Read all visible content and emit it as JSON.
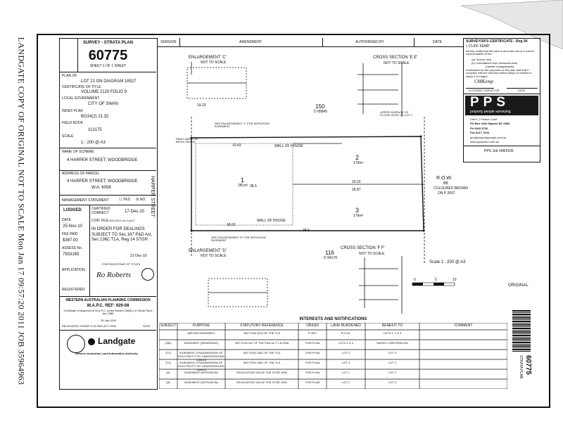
{
  "side_text": "LANDGATE COPY OF ORIGINAL NOT TO SCALE   Mon Jan 17 09:57:20 2011 JOB 35964963",
  "left_panel": {
    "plan_type": "SURVEY - STRATA PLAN",
    "plan_number": "60775",
    "sheet": "SHEET 1 OF 1 SHEET",
    "plan_of_label": "PLAN OF",
    "plan_of_value": "LOT 21 ON DIAGRAM 18527",
    "cert_label": "CERTIFICATE OF TITLE",
    "cert_value": "VOLUME 2120  FOLIO 9",
    "lg_label": "LOCAL GOVERNMENT",
    "lg_value": "CITY OF SWAN",
    "index_label": "INDEX PLAN",
    "index_value": "BG34(2) 21.32",
    "field_label": "FIELD BOOK",
    "field_value": "113175",
    "scale_label": "SCALE",
    "scale_value": "1 : 200 @ A3",
    "scheme_label": "NAME OF SCHEME",
    "scheme_value": "4 HARPER STREET, WOODBRIDGE",
    "address_label": "ADDRESS OF PARCEL",
    "address_value1": "4 HARPER STREET, WOODBRIDGE",
    "address_value2": "W.A.      6056",
    "mgmt_label": "MANAGEMENT STATEMENT",
    "mgmt_yes": "YES",
    "mgmt_no": "NO",
    "lodged_label": "LODGED",
    "lodged_date_label": "DATE",
    "lodged_date": "25-Nov-10",
    "fee_label": "FEE PAID",
    "fee_value": "$387.00",
    "assess_label": "ASSESS No.",
    "assess_value": "7933165",
    "certified_label": "CERTIFIED CORRECT",
    "certified_date": "17-Dec-10",
    "cor_file_label": "COR. FILE",
    "cor_file_value": "434-2010 vol 3 p137",
    "order_text": "IN ORDER FOR DEALINGS SUBJECT TO Sec.167 P&D Act, Sec 136C TLA, Reg 14 STGR",
    "order_date": "21-Dec-10",
    "registrar_label": "FOR REGISTRAR OF TITLES",
    "applicant_label": "APPLICATION",
    "registered_label": "REGISTERED",
    "wapc_title": "WESTERN AUSTRALIAN PLANNING COMMISSION",
    "wapc_ref": "W.A.P.C. REF: 929-08",
    "wapc_cert": "Certificate of Approval of W.A.P.C. under Section 25B(2) of Strata Titles Act 1985",
    "wapc_date": "25-Jan-2010",
    "delegated_label": "DELEGATED UNDER S.16 P&D ACT 2005",
    "delegated_date_label": "DATE",
    "landgate_name": "Landgate",
    "landgate_sub": "Western Australian Land Information Authority",
    "signature": "Ro Roberts"
  },
  "header": {
    "version": "VERSION",
    "amendment": "AMENDMENT",
    "authorised_by": "AUTHORISED BY",
    "date": "DATE"
  },
  "surveyor": {
    "title": "SURVEYOR'S CERTIFICATE - Reg 54",
    "name": "I,   CLIFF     KEMP",
    "body": "hereby certify that this plan is accurate and is a correct representation of the -",
    "item_a": "(a)  *survey, and",
    "item_b": "(b)  *calculations from measurements,",
    "item_c": "[*delete if inapplicable]",
    "body2": "undertaken for the purposes of this plan and that it complies with the relevant written law(s) in relation to which it is lodged.",
    "signature": "CMKemp",
    "licensed": "LICENSED SURVEYOR",
    "date_label": "DATE",
    "firm_letters": "PPS",
    "firm_tag": "property people surveying",
    "addr1": "Unit 5, 2 Hulme Court",
    "addr2": "PO Box 4404 Myaree BC 6960",
    "phone": "Ph   9333 5700",
    "fax": "Fax  9317 7003",
    "email": "pps@propertypeople.com.au",
    "web": "www.ppsonline.com.au",
    "job": "PPS Job #08/5105"
  },
  "plan": {
    "enl_c": "ENLARGEMENT 'C'",
    "enl_d": "ENLARGEMENT 'D'",
    "not_to_scale": "NOT TO SCALE",
    "xs_e": "CROSS SECTION 'E E'",
    "xs_f": "CROSS SECTION 'F F'",
    "lot150": "150",
    "dp150": "D 80845",
    "lot116": "116",
    "dp116": "D 94179",
    "lot1": "1",
    "lot1_area": "281m²",
    "lot2": "2",
    "lot2_area": "179m²",
    "lot3": "3",
    "lot3_area": "179m²",
    "row": "R.O.W.",
    "row_n": "66",
    "row_col": "COLOURED BROWN",
    "row_dp": "ON P 2607",
    "street": "HARPER     STREET",
    "street2": "HARPER",
    "scale": "Scale 1 : 200 @ A3",
    "scale_ticks": [
      "0",
      "5",
      "10"
    ],
    "original": "ORIGINAL",
    "strata_plan_label": "STRATA PLAN",
    "strata_plan_no": "60775",
    "dim_north": "38.5",
    "dim_south": "38.5",
    "dim_west": "19.23",
    "dim_mid": "20.02",
    "dim_mid2": "18.87",
    "dim_a": "19.43",
    "dim_b": "18.63",
    "wall": "WALL OF HOUSE",
    "see_c": "SEE ENLARGEMENT 'C' FOR INTRUSION EASEMENT",
    "see_d": "SEE ENLARGEMENT 'D' FOR INTRUSION EASEMENT",
    "paint": "PAINT MARK ON BRICK PAVING",
    "upper": "UPPER SURFACE OF FLOOR LEVEL OF LOT 1"
  },
  "notifications": {
    "title": "INTERESTS AND NOTIFICATIONS",
    "headers": [
      "SUBJECT",
      "PURPOSE",
      "STATUTORY REFERENCE",
      "ORIGIN",
      "LAND BURDENED",
      "BENEFIT TO",
      "COMMENT"
    ],
    "rows": [
      [
        "",
        "IMPLIED EASEMENT",
        "SECTION 167A OF THE TLA",
        "P 2607",
        "R.O.W.",
        "LOTS 1, 2 & 3",
        ""
      ],
      [
        "(33k)",
        "EASEMENT (SEWERAGE)",
        "SECTION 167 OF THE P&D ACT 1-8 2005",
        "THIS PLAN",
        "LOTS 2 & 3",
        "WATER CORPORATION",
        ""
      ],
      [
        "(T2)",
        "EASEMENT (TRANSMISSION OF ELECTRICITY BY UNDERGROUND CABLE)",
        "SECTION 136C OF THE TLA",
        "THIS PLAN",
        "LOT 2",
        "LOT 3",
        ""
      ],
      [
        "(T3)",
        "EASEMENT (TRANSMISSION OF ELECTRICITY BY UNDERGROUND CABLE)",
        "SECTION 136C OF THE TLA",
        "THIS PLAN",
        "LOT 3",
        "LOT 2",
        ""
      ],
      [
        "(A)",
        "EASEMENT (INTRUSION)",
        "REGULATION 14A OF THE STGR 1996",
        "THIS PLAN",
        "LOT 1",
        "LOT 2",
        ""
      ],
      [
        "(B)",
        "EASEMENT (INTRUSION)",
        "REGULATION 14A OF THE STGR 1996",
        "THIS PLAN",
        "LOT 1",
        "LOT 3",
        ""
      ]
    ]
  }
}
